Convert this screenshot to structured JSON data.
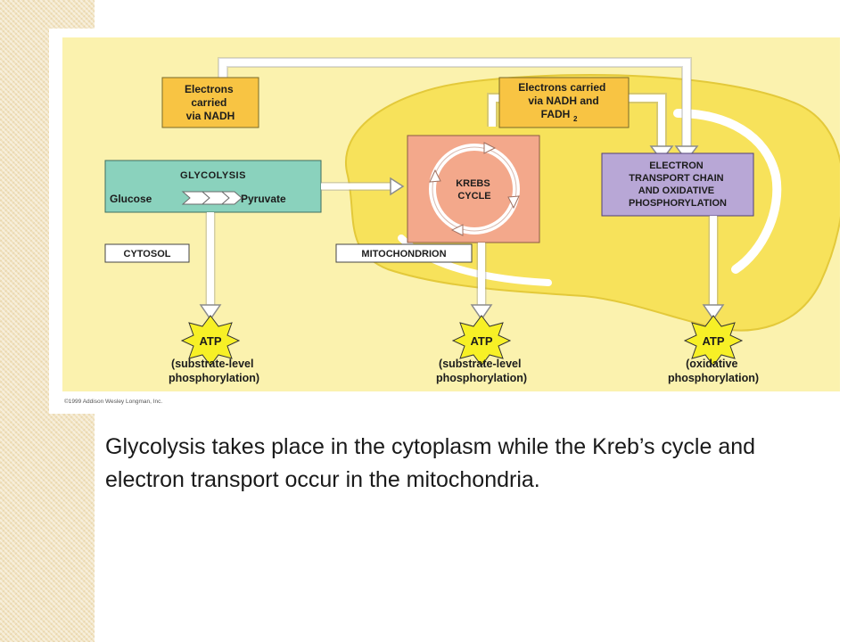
{
  "diagram": {
    "labels": {
      "electrons_nadh": [
        "Electrons",
        "carried",
        "via NADH"
      ],
      "electrons_nadh_fadh": [
        "Electrons carried",
        "via NADH and",
        "FADH"
      ],
      "fadh_subscript": "2",
      "glycolysis_title": "GLYCOLYSIS",
      "glucose": "Glucose",
      "pyruvate": "Pyruvate",
      "krebs": [
        "KREBS",
        "CYCLE"
      ],
      "etc": [
        "ELECTRON",
        "TRANSPORT CHAIN",
        "AND OXIDATIVE",
        "PHOSPHORYLATION"
      ],
      "cytosol": "CYTOSOL",
      "mitochondrion": "MITOCHONDRION",
      "atp": "ATP",
      "atp_left_desc": [
        "(substrate-level",
        "phosphorylation)"
      ],
      "atp_mid_desc": [
        "(substrate-level",
        "phosphorylation)"
      ],
      "atp_right_desc": [
        "(oxidative",
        "phosphorylation)"
      ],
      "copyright": "©1999 Addison Wesley Longman, Inc."
    },
    "colors": {
      "background": "#fbf2ae",
      "mitochondrion": "#f7e25b",
      "electron_box": "#f8c443",
      "glycolysis_box": "#8ad2bd",
      "krebs_box": "#f3a88b",
      "etc_box": "#b8a7d6",
      "atp_star": "#f7f026"
    }
  },
  "caption": {
    "text": "Glycolysis takes place in the cytoplasm while the Kreb’s cycle and electron transport occur in the mitochondria."
  }
}
